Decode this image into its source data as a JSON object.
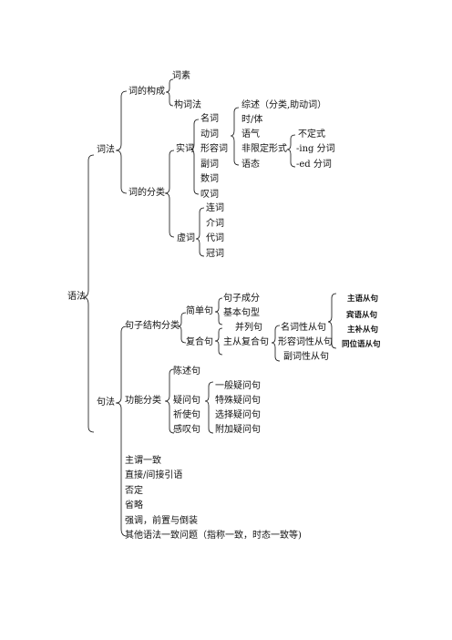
{
  "root": "语法",
  "cifa": {
    "label": "词法",
    "goucheng": {
      "label": "词的构成",
      "items": [
        "词素",
        "构词法"
      ]
    },
    "fenlei": {
      "label": "词的分类",
      "shici": {
        "label": "实词",
        "items": [
          "名词",
          "动词",
          "形容词",
          "副词",
          "数词",
          "叹词"
        ],
        "verb_aspects": [
          "综述（分类,助动词）",
          "时/体",
          "语气",
          "非限定形式",
          "语态"
        ],
        "nonfinite": [
          "不定式",
          "-ing 分词",
          "-ed 分词"
        ]
      },
      "xuci": {
        "label": "虚词",
        "items": [
          "连词",
          "介词",
          "代词",
          "冠词"
        ]
      }
    }
  },
  "jufa": {
    "label": "句法",
    "jiegou": {
      "label": "句子结构分类",
      "jiandan": {
        "label": "简单句",
        "items": [
          "句子成分",
          "基本句型"
        ]
      },
      "fuhe": {
        "label": "复合句",
        "items": [
          "并列句",
          "主从复合句"
        ],
        "zhucong": [
          "名词性从句",
          "形容词性从句",
          "副词性从句"
        ],
        "nominal": [
          "主语从句",
          "宾语从句",
          "主补从句",
          "同位语从句"
        ]
      }
    },
    "gongneng": {
      "label": "功能分类",
      "items": [
        "陈述句",
        "疑问句",
        "祈使句",
        "感叹句"
      ],
      "yiwen": [
        "一般疑问句",
        "特殊疑问句",
        "选择疑问句",
        "附加疑问句"
      ]
    },
    "others": [
      "主谓一致",
      "直接/间接引语",
      "否定",
      "省略",
      "强调，前置与倒装",
      "其他语法一致问题（指称一致，时态一致等)"
    ]
  }
}
